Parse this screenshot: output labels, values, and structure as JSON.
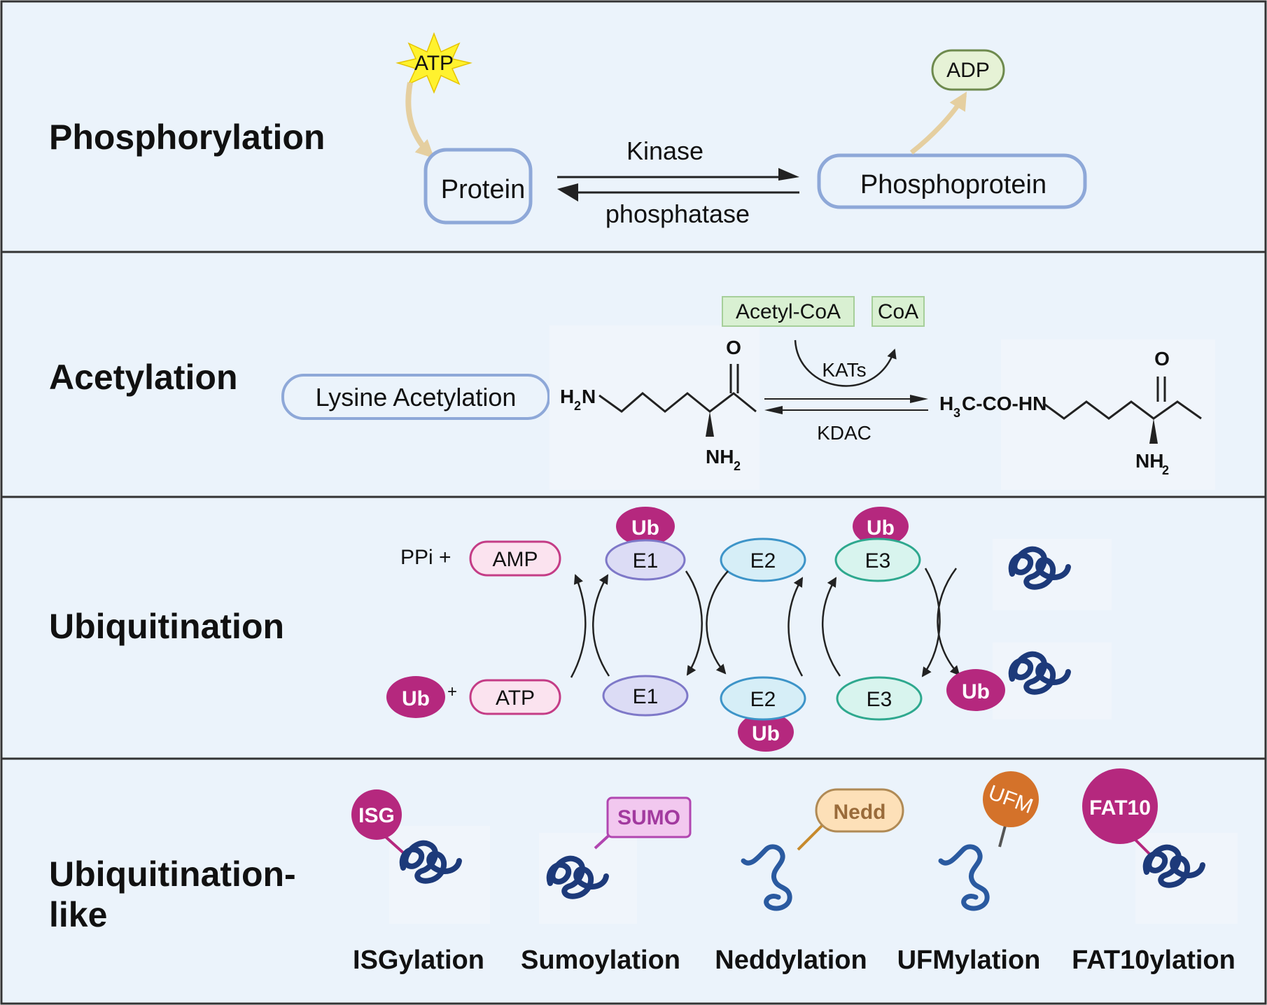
{
  "panels": {
    "phosphorylation": {
      "title": "Phosphorylation",
      "atp": "ATP",
      "adp": "ADP",
      "protein": "Protein",
      "phosphoprotein": "Phosphoprotein",
      "forward_enzyme": "Kinase",
      "reverse_enzyme": "phosphatase"
    },
    "acetylation": {
      "title": "Acetylation",
      "box": "Lysine Acetylation",
      "acetyl_coa": "Acetyl-CoA",
      "coa": "CoA",
      "forward_enzyme": "KATs",
      "reverse_enzyme": "KDAC",
      "oxygen": "O",
      "amine_group": "NH",
      "amine_sub": "2",
      "h2n_h": "H",
      "h2n_sub": "2",
      "h2n_n": "N",
      "acetyl_h": "H",
      "acetyl_sub": "3",
      "acetyl_rest": "C-CO-HN"
    },
    "ubiquitination": {
      "title": "Ubiquitination",
      "ppi": "PPi +",
      "amp": "AMP",
      "atp": "ATP",
      "plus": "+",
      "ub": "Ub",
      "e1": "E1",
      "e2": "E2",
      "e3": "E3"
    },
    "ubl": {
      "title_line1": "Ubiquitination-",
      "title_line2": "like",
      "items": [
        {
          "tag": "ISG",
          "label": "ISGylation"
        },
        {
          "tag": "SUMO",
          "label": "Sumoylation"
        },
        {
          "tag": "Nedd",
          "label": "Neddylation"
        },
        {
          "tag": "UFM",
          "label": "UFMylation"
        },
        {
          "tag": "FAT10",
          "label": "FAT10ylation"
        }
      ]
    }
  },
  "colors": {
    "panel_bg": "#ebf3fb",
    "panel_border": "#333333",
    "protein_border": "#8ea8d8",
    "atp_star": "#fff22e",
    "adp_fill": "#e6f2d6",
    "adp_border": "#6e8a4e",
    "arrow_tan": "#e5cfa0",
    "coa_fill": "#d9f0d2",
    "ub_magenta": "#b5287e",
    "e1_fill": "#dcdcf5",
    "e1_border": "#7e78c8",
    "e2_fill": "#d6eef7",
    "e2_border": "#3d94c8",
    "e3_fill": "#d8f4ee",
    "e3_border": "#2ea88e",
    "amp_fill": "#fbe3ef",
    "amp_border": "#c43c86",
    "sumo_fill": "#f2c8ef",
    "sumo_border": "#b146b0",
    "nedd_fill": "#fde0b8",
    "nedd_border": "#b08a55",
    "ufm_fill": "#d4722a",
    "protein_blue": "#1d3a7a"
  }
}
